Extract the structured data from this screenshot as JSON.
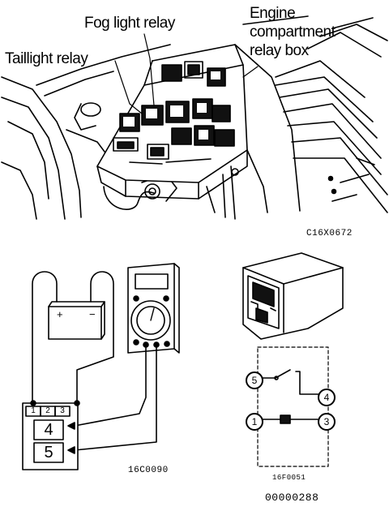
{
  "labels": {
    "fog_light_relay": "Fog light relay",
    "engine_line1": "Engine",
    "engine_line2": "compartment",
    "engine_line3": "relay box",
    "taillight_relay": "Taillight relay",
    "code_top_right": "C16X0672",
    "code_circuit_left": "16C0090",
    "code_circuit_right": "16F0051",
    "figure_number": "00000288"
  },
  "battery": {
    "positive": "+",
    "negative": "−"
  },
  "connector": {
    "pins_top": [
      "1",
      "2",
      "3"
    ],
    "pins_large": [
      "4",
      "5"
    ]
  },
  "relay_schematic": {
    "terminals": [
      "5",
      "4",
      "1",
      "3"
    ]
  }
}
